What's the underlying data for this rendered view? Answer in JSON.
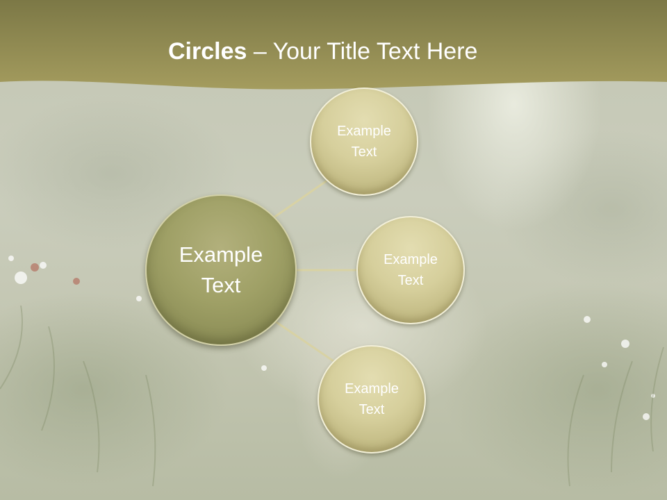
{
  "slide": {
    "title_bold": "Circles",
    "title_rest": " – Your Title Text Here"
  },
  "diagram": {
    "center": {
      "label": "Example\nText"
    },
    "satellites": [
      {
        "label": "Example\nText"
      },
      {
        "label": "Example\nText"
      },
      {
        "label": "Example\nText"
      }
    ]
  },
  "colors": {
    "title_band": "#8f8a50",
    "big_circle": "#9a9c62",
    "small_circle": "#d6cf9c",
    "connector": "#d8d2a4",
    "text": "#ffffff"
  }
}
